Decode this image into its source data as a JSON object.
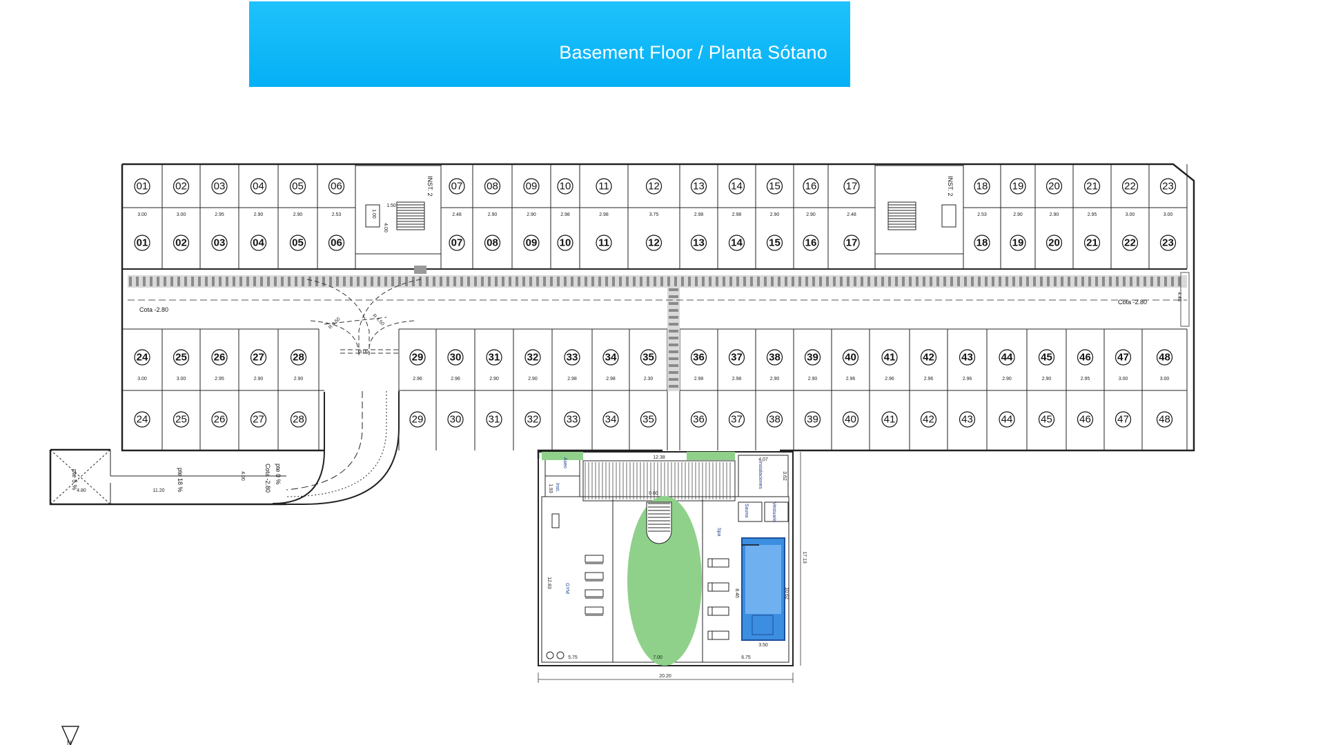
{
  "header": {
    "title": "Basement Floor / Planta Sótano"
  },
  "colors": {
    "banner": "#0ab4f7",
    "garden": "#8fd18a",
    "pool": "#3b8ee0",
    "line": "#222222"
  },
  "storage_top_row": [
    "01",
    "02",
    "03",
    "04",
    "05",
    "06",
    "07",
    "08",
    "09",
    "10",
    "11",
    "12",
    "13",
    "14",
    "15",
    "16",
    "17",
    "18",
    "19",
    "20",
    "21",
    "22",
    "23"
  ],
  "storage_bottom_row": [
    "24",
    "25",
    "26",
    "27",
    "28",
    "29",
    "30",
    "31",
    "32",
    "33",
    "34",
    "35",
    "36",
    "37",
    "38",
    "39",
    "40",
    "41",
    "42",
    "43",
    "44",
    "45",
    "46",
    "47",
    "48"
  ],
  "labels": {
    "inst_left": "INST. 2",
    "inst_right": "INST. 2",
    "cota_left": "Cota -2.80",
    "cota_right": "Cota -2.80",
    "cota_ramp": "Cota -2.80",
    "ramp_slope_1": "pte 5 %",
    "ramp_slope_2": "pte 18 %",
    "ramp_slope_3": "pte 0 %",
    "gym": "GYM",
    "spa": "Spa",
    "instalaciones": "Instalaciones",
    "sauna": "Sauna",
    "vestuario": "Vestuario",
    "aseo": "Aseo",
    "inst": "Inst.",
    "north": "N"
  },
  "dimensions": {
    "top_widths": [
      "3.00",
      "3.00",
      "2.95",
      "2.90",
      "2.90",
      "2.53",
      "2.48",
      "2.90",
      "2.90",
      "2.98",
      "2.98",
      "3.75",
      "2.98",
      "2.98",
      "2.90",
      "2.90",
      "2.48",
      "2.53",
      "2.90",
      "2.90",
      "2.95",
      "3.00",
      "3.00"
    ],
    "bottom_widths": [
      "3.00",
      "3.00",
      "2.95",
      "2.90",
      "2.90",
      "2.96",
      "2.96",
      "2.90",
      "2.90",
      "2.98",
      "2.98",
      "2.30",
      "2.98",
      "2.98",
      "2.90",
      "2.90",
      "2.96",
      "2.96",
      "2.96",
      "2.96",
      "2.90",
      "2.90",
      "2.95",
      "3.00",
      "3.00"
    ],
    "ramp_length": "11.20",
    "ramp_entry": "4.80",
    "ramp_width": "4.00",
    "lobby_width": "12.38",
    "amenity_total_width": "20.20",
    "amenity_depth": "17.13",
    "gym_width": "5.75",
    "garden_width": "7.00",
    "spa_width": "6.75",
    "pool_width": "3.50",
    "gym_depth": "12.83",
    "spa_depth": "8.46",
    "pool_depth": "10.62",
    "inst_width": "4.07",
    "inst_depth": "3.62",
    "stair_w": "1.50",
    "stair_d": "4.00",
    "core_w": "1.00",
    "turn_w": "3.00",
    "aisle_right": "4.40",
    "stair_small": "0.60",
    "aseo_w": "1.93",
    "ramp_curve_1": "R 4.50",
    "ramp_curve_2": "R 4.50"
  }
}
